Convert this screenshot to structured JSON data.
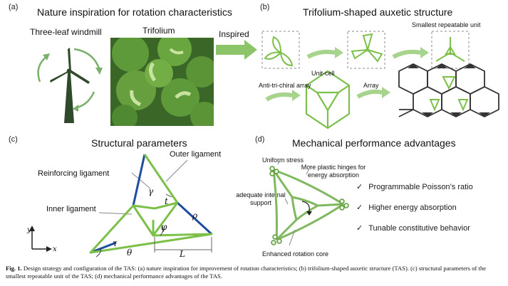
{
  "panel_a": {
    "label": "(a)",
    "title": "Nature inspiration for rotation characteristics",
    "windmill_label": "Three-leaf windmill",
    "trifolium_label": "Trifolium",
    "arrow_label": "Inspired"
  },
  "panel_b": {
    "label": "(b)",
    "title": "Trifolium-shaped auxetic structure",
    "smallest_unit_label": "Smallest repeatable unit",
    "unit_cell_label": "Unit-cell",
    "anti_chiral_label": "Anti-tri-chiral array",
    "array_label": "Array"
  },
  "panel_c": {
    "label": "(c)",
    "title": "Structural parameters",
    "outer_ligament": "Outer ligament",
    "reinforcing_ligament": "Reinforcing ligament",
    "inner_ligament": "Inner ligament",
    "sym_t": "t",
    "sym_gamma": "γ",
    "sym_phi": "φ",
    "sym_rho": "ρ",
    "sym_tau": "τ",
    "sym_theta": "θ",
    "sym_L": "L",
    "axis_y": "y",
    "axis_x": "x"
  },
  "panel_d": {
    "label": "(d)",
    "title": "Mechanical performance advantages",
    "uniform_stress": "Uniform stress",
    "plastic_hinges": "More plastic hinges for energy absorption",
    "adequate_support": "adequate internal support",
    "rotation_core": "Enhanced rotation core",
    "advantages": [
      "Programmable Poisson’s ratio",
      "Higher energy absorption",
      "Tunable constitutive behavior"
    ],
    "check_glyph": "✓"
  },
  "caption": {
    "fig_label": "Fig. 1.",
    "text": "Design strategy and configuration of the TAS: (a) nature inspiration for improvement of rotation characteristics; (b) trifolium-shaped auxetic structure (TAS). (c) structural parameters of the smallest repeatable unit of the TAS; (d) mechanical performance advantages of the TAS."
  },
  "colors": {
    "green": "#7cc04a",
    "dark_green": "#2e4a2b",
    "blue": "#1f4e9e",
    "arrow_green": "#8cc46a"
  }
}
